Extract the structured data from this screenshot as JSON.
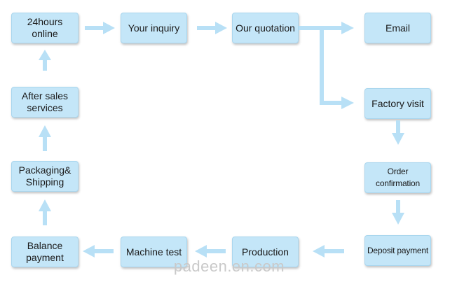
{
  "nodes": {
    "online": "24hours\nonline",
    "inquiry": "Your inquiry",
    "quotation": "Our quotation",
    "email": "Email",
    "factory_visit": "Factory visit",
    "order_confirmation": "Order confirmation",
    "deposit_payment": "Deposit payment",
    "production": "Production",
    "machine_test": "Machine test",
    "balance_payment": "Balance\npayment",
    "packaging_shipping": "Packaging&\nShipping",
    "after_sales": "After sales\nservices"
  },
  "watermark": "padeen.en.com",
  "colors": {
    "box_fill": "#c4e6f8",
    "arrow": "#b8e0f6"
  }
}
